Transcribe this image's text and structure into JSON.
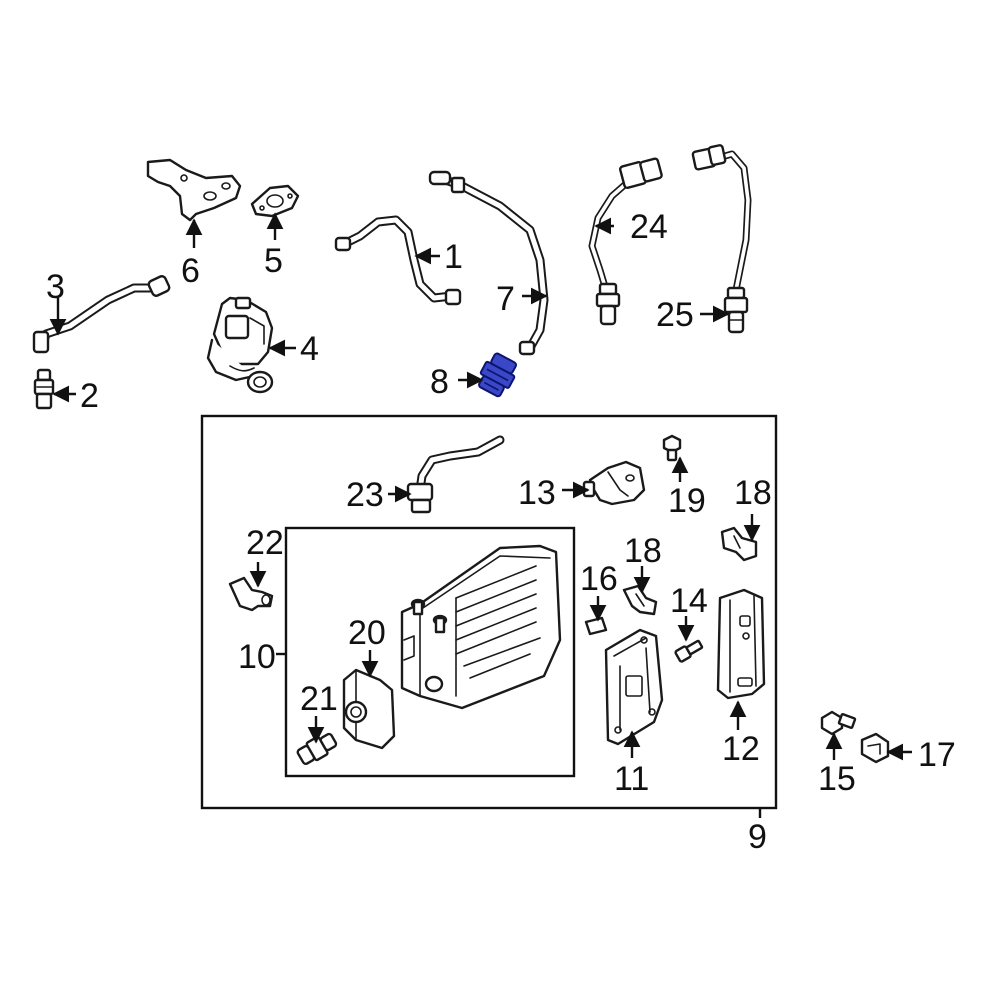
{
  "diagram": {
    "highlight_color": "#3a48c8",
    "callouts": {
      "c1": "1",
      "c2": "2",
      "c3": "3",
      "c4": "4",
      "c5": "5",
      "c6": "6",
      "c7": "7",
      "c8": "8",
      "c9": "9",
      "c10": "10",
      "c11": "11",
      "c12": "12",
      "c13": "13",
      "c14": "14",
      "c15": "15",
      "c16": "16",
      "c17": "17",
      "c18a": "18",
      "c18b": "18",
      "c19": "19",
      "c20": "20",
      "c21": "21",
      "c22": "22",
      "c23": "23",
      "c24": "24",
      "c25": "25"
    }
  }
}
